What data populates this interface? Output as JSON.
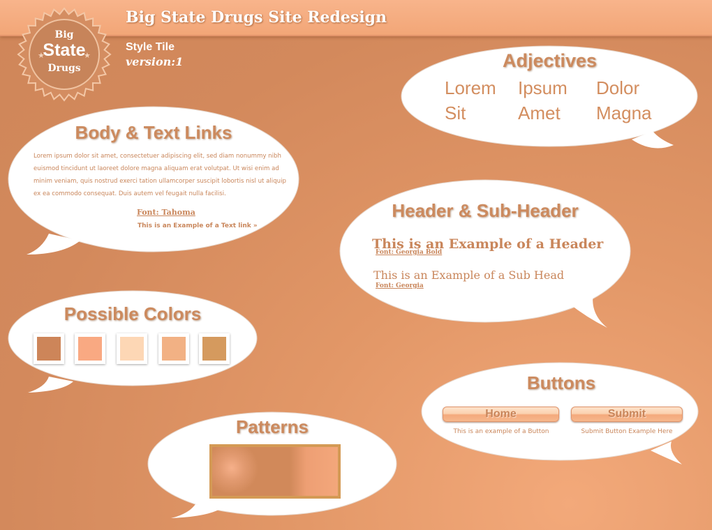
{
  "header": {
    "title": "Big State Drugs Site Redesign",
    "subtitle": "Style Tile",
    "version": "version:1"
  },
  "logo": {
    "line1": "Big",
    "line2": "State",
    "line3": "Drugs"
  },
  "adjectives": {
    "title": "Adjectives",
    "words": [
      "Lorem",
      "Ipsum",
      "Dolor",
      "Sit",
      "Amet",
      "Magna"
    ]
  },
  "body_text": {
    "title": "Body & Text Links",
    "paragraph": "Lorem ipsum dolor sit amet, consectetuer adipiscing elit, sed diam nonummy nibh euismod tincidunt ut laoreet dolore magna aliquam erat volutpat. Ut wisi enim ad minim veniam, quis nostrud exerci tation ullamcorper suscipit lobortis nisl ut aliquip ex ea commodo consequat. Duis autem vel feugait nulla facilisi.",
    "font_label": "Font: Tahoma",
    "link_example": "This is an Example of a Text link »"
  },
  "headers": {
    "title": "Header & Sub-Header",
    "header_example": "This is an Example of a Header",
    "header_font": "Font: Georgia Bold",
    "subhead_example": "This is an Example of a Sub Head",
    "subhead_font": "Font: Georgia"
  },
  "colors": {
    "title": "Possible Colors",
    "swatches": [
      "#cd8559",
      "#f9a982",
      "#fdd7b5",
      "#f2b184",
      "#d59a5e"
    ]
  },
  "buttons": {
    "title": "Buttons",
    "home_label": "Home",
    "submit_label": "Submit",
    "home_caption": "This is an example of a Button",
    "submit_caption": "Submit Button Example Here"
  },
  "patterns": {
    "title": "Patterns"
  }
}
